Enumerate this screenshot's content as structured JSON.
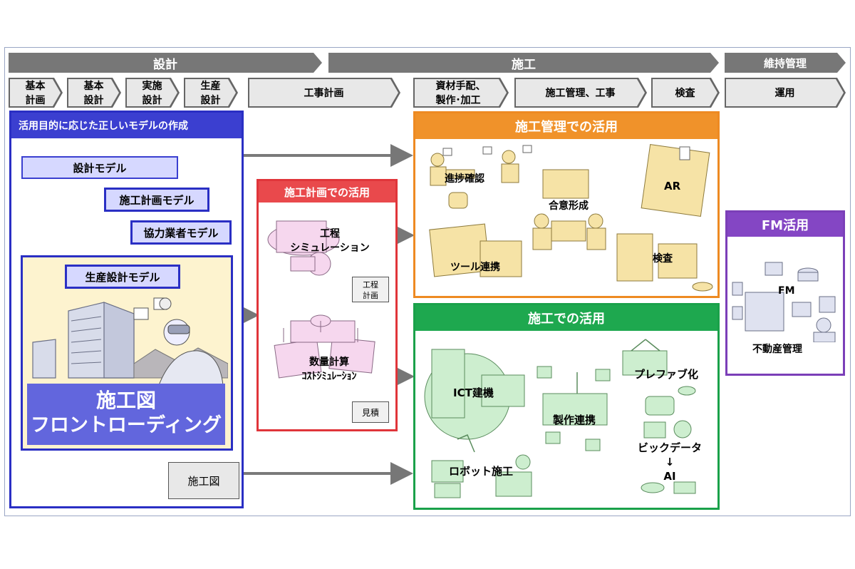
{
  "phases": {
    "design": "設計",
    "construction": "施工",
    "maintenance": "維持管理"
  },
  "steps": {
    "basic_plan": "基本\n計画",
    "basic_design": "基本\n設計",
    "detailed_design": "実施\n設計",
    "production_design": "生産\n設計",
    "construction_plan": "工事計画",
    "materials": "資材手配、\n製作･加工",
    "management": "施工管理、工事",
    "inspection": "検査",
    "operation": "運用"
  },
  "model_panel": {
    "title": "活用目的に応じた正しいモデルの作成",
    "design_model": "設計モデル",
    "construction_plan_model": "施工計画モデル",
    "partner_model": "協力業者モデル",
    "production_model": "生産設計モデル",
    "frontloading_line1": "施工図",
    "frontloading_line2": "フロントローディング",
    "doc_label": "施工図"
  },
  "plan_panel": {
    "title": "施工計画での活用",
    "sim1": "工程\nシミュレーション",
    "doc1": "工程\n計画",
    "sim2": "数量計算\nｺｽﾄｼﾐｭﾚｰｼｮﾝ",
    "doc2": "見積"
  },
  "mgmt_panel": {
    "title": "施工管理での活用",
    "progress": "進捗確認",
    "consensus": "合意形成",
    "ar": "AR",
    "tool": "ツール連携",
    "inspection": "検査"
  },
  "const_panel": {
    "title": "施工での活用",
    "ict": "ICT建機",
    "fabrication": "製作連携",
    "prefab": "プレファブ化",
    "robot": "ロボット施工",
    "bigdata": "ビックデータ",
    "arrow": "↓",
    "ai": "AI"
  },
  "fm_panel": {
    "title": "FM活用",
    "fm": "FM",
    "real_estate": "不動産管理"
  },
  "colors": {
    "blue": "#2a2fc4",
    "red": "#e0353a",
    "orange": "#ee8a22",
    "green": "#1aa14a",
    "purple": "#7b3fb8"
  }
}
